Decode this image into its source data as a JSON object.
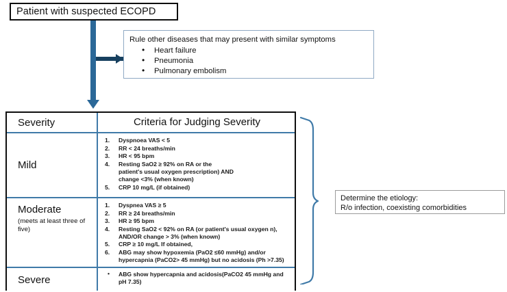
{
  "diagram": {
    "start_node": {
      "label": "Patient with suspected ECOPD"
    },
    "ruleout": {
      "heading": "Rule other diseases that may present with similar symptoms",
      "items": [
        "Heart failure",
        "Pneumonia",
        "Pulmonary embolism"
      ]
    },
    "etiology": {
      "line1": "Determine  the etiology:",
      "line2": "R/o  infection, coexisting comorbidities"
    },
    "severity_table": {
      "headers": {
        "severity": "Severity",
        "criteria": "Criteria for Judging Severity"
      },
      "rows": [
        {
          "severity": "Mild",
          "severity_note": "",
          "list_type": "ordered",
          "criteria": [
            "Dyspnoea VAS < 5",
            "RR  < 24 breaths/min",
            "HR  < 95 bpm",
            "Resting SaO2 ≥ 92% on RA or the||patient's usual oxygen prescription) AND||change <3% (when known)",
            "CRP 10 mg/L (if obtained)"
          ]
        },
        {
          "severity": "Moderate",
          "severity_note": "(meets at least three of five)",
          "list_type": "ordered",
          "criteria": [
            "Dyspnea VAS ≥ 5",
            "RR ≥ 24 breaths/min",
            "HR ≥ 95 bpm",
            "Resting SaO2  < 92%  on RA (or patient's usual oxygen n),||AND/OR change > 3% (when known)",
            "CRP ≥ 10 mg/L If obtained,",
            "ABG may show hypoxemia (PaO2 ≤60 mmHg) and/or||hypercapnia (PaCO2> 45 mmHg) but no acidosis (Ph  >7.35)"
          ]
        },
        {
          "severity": "Severe",
          "severity_note": "",
          "list_type": "bullet",
          "criteria": [
            "ABG show hypercapnia and acidosis||(PaCO2 45 mmHg and pH 7.35)"
          ]
        }
      ]
    },
    "colors": {
      "arrow_blue": "#2b6898",
      "arrowhead_dark": "#17405f",
      "table_border": "#0d0d0d",
      "table_rule_blue": "#3f7aa8",
      "ruleout_border": "#8fa9c4",
      "etiology_border": "#9a9a9a",
      "bracket": "#3f7aa8"
    }
  }
}
